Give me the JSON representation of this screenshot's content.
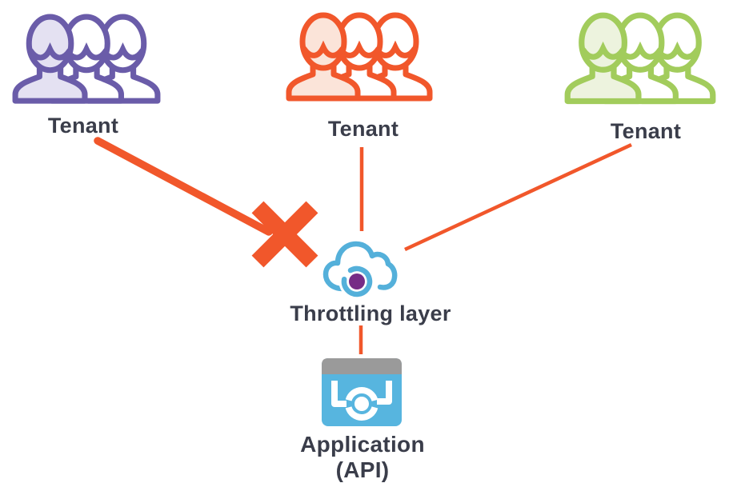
{
  "diagram": {
    "background": "#ffffff",
    "text_color": "#3a3d4a",
    "connector_color": "#f1572b",
    "tenants": [
      {
        "label": "Tenant",
        "icon": "users-group-icon",
        "stroke_color": "#6a5ca9",
        "fill_color": "#e4e1f2",
        "status": "blocked"
      },
      {
        "label": "Tenant",
        "icon": "users-group-icon",
        "stroke_color": "#f1572b",
        "fill_color": "#fbe4d9",
        "status": "connected"
      },
      {
        "label": "Tenant",
        "icon": "users-group-icon",
        "stroke_color": "#a2cc5c",
        "fill_color": "#edf3de",
        "status": "connected"
      }
    ],
    "blocked_marker": {
      "icon": "x-mark-icon",
      "color": "#f1572b"
    },
    "throttling": {
      "label": "Throttling layer",
      "icon": "cloud-sync-icon",
      "cloud_color": "#54b0da",
      "dot_color": "#762c86"
    },
    "application": {
      "label_line1": "Application",
      "label_line2": "(API)",
      "icon": "api-window-icon",
      "body_color": "#57b5df",
      "titlebar_color": "#9a9a9a",
      "glyph_color": "#ffffff"
    }
  }
}
